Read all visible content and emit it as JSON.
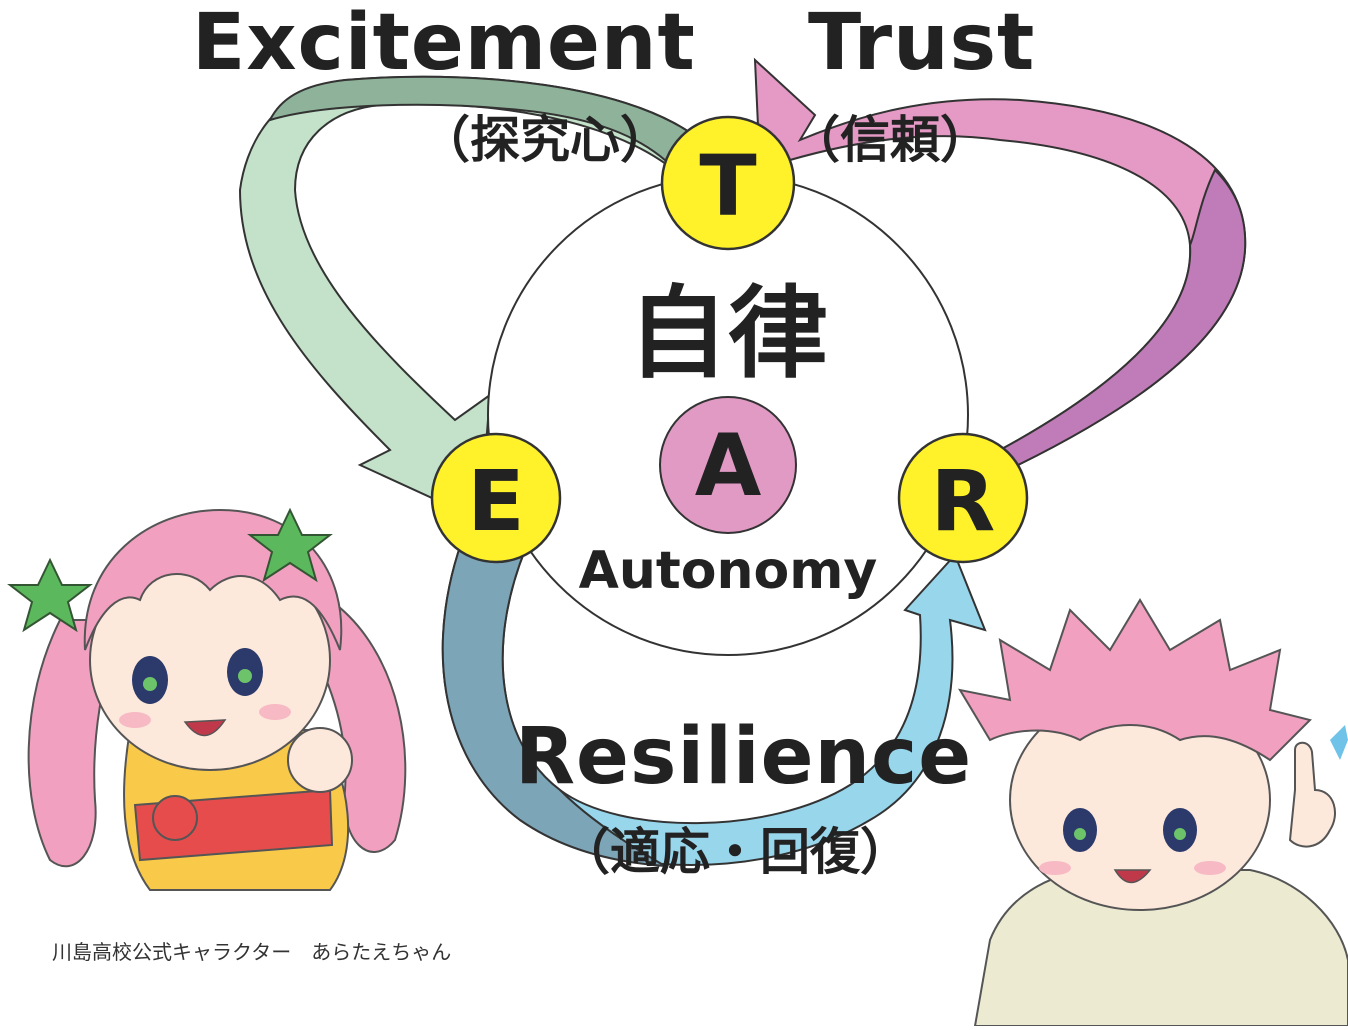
{
  "labels": {
    "excitement": "Excitement",
    "excitement_jp": "（探究心）",
    "trust": "Trust",
    "trust_jp": "（信頼）",
    "resilience": "Resilience",
    "resilience_jp": "（適応・回復）",
    "center_jp": "自律",
    "center_en": "Autonomy"
  },
  "nodes": {
    "t": "T",
    "e": "E",
    "a": "A",
    "r": "R"
  },
  "caption": "川島高校公式キャラクター　あらたえちゃん",
  "colors": {
    "excitement_arrow": "#bfe0c6",
    "excitement_arrow_dark": "#8fb39a",
    "trust_arrow": "#e59ac6",
    "trust_arrow_dark": "#c07cb8",
    "resilience_arrow_left": "#7da5b8",
    "resilience_arrow_right": "#98d6ec",
    "node_yellow": "#fff22a",
    "node_pink": "#e09ac4",
    "hair_pink": "#f2a0c0",
    "kimono_yellow": "#f9c94a",
    "kimono_beige": "#ecebd2"
  }
}
